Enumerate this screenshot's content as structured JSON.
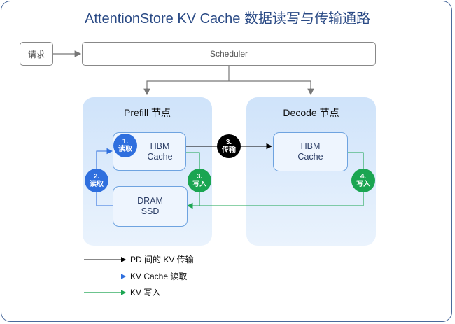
{
  "title": "AttentionStore KV Cache 数据读写与传输通路",
  "request": "请求",
  "scheduler": "Scheduler",
  "prefill": {
    "title": "Prefill 节点",
    "hbm": [
      "HBM",
      "Cache"
    ],
    "dram": [
      "DRAM",
      "SSD"
    ]
  },
  "decode": {
    "title": "Decode 节点",
    "hbm": [
      "HBM",
      "Cache"
    ]
  },
  "badges": {
    "read1": {
      "num": "1.",
      "label": "读取"
    },
    "read2": {
      "num": "2.",
      "label": "读取"
    },
    "transfer3": {
      "num": "3.",
      "label": "传输"
    },
    "write3": {
      "num": "3.",
      "label": "写入"
    },
    "write4": {
      "num": "4.",
      "label": "写入"
    }
  },
  "legend": [
    {
      "label": "PD 间的 KV 传输",
      "color": "#000000"
    },
    {
      "label": "KV Cache 读取",
      "color": "#2f6fde"
    },
    {
      "label": "KV 写入",
      "color": "#1aa551"
    }
  ],
  "colors": {
    "blue": "#2f6fde",
    "green": "#1aa551",
    "black": "#000000",
    "gray": "#888888"
  }
}
